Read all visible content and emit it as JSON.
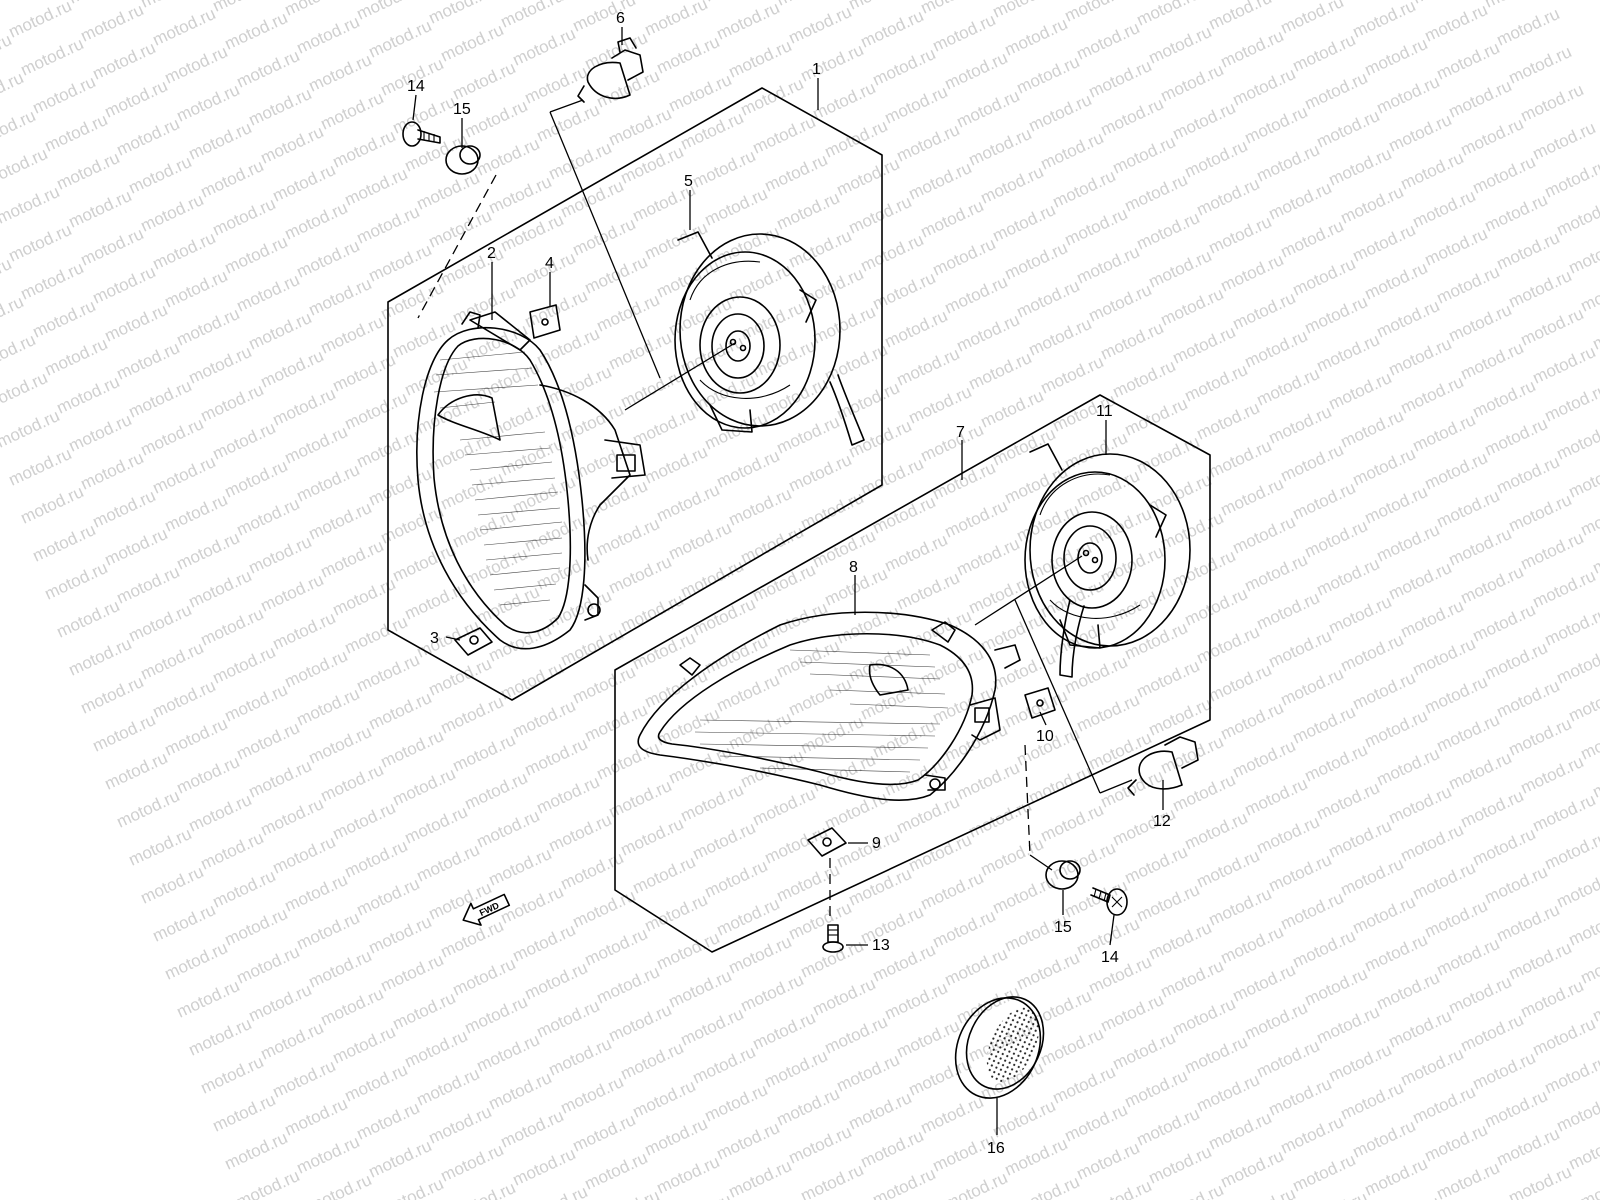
{
  "watermark": {
    "text": "motod.ru",
    "color": "#cfcfcf"
  },
  "callouts": [
    {
      "id": "c1",
      "label": "1"
    },
    {
      "id": "c2",
      "label": "2"
    },
    {
      "id": "c3",
      "label": "3"
    },
    {
      "id": "c4",
      "label": "4"
    },
    {
      "id": "c5",
      "label": "5"
    },
    {
      "id": "c6",
      "label": "6"
    },
    {
      "id": "c7",
      "label": "7"
    },
    {
      "id": "c8",
      "label": "8"
    },
    {
      "id": "c9",
      "label": "9"
    },
    {
      "id": "c10",
      "label": "10"
    },
    {
      "id": "c11",
      "label": "11"
    },
    {
      "id": "c12",
      "label": "12"
    },
    {
      "id": "c13",
      "label": "13"
    },
    {
      "id": "c14a",
      "label": "14"
    },
    {
      "id": "c15a",
      "label": "15"
    },
    {
      "id": "c14b",
      "label": "14"
    },
    {
      "id": "c15b",
      "label": "15"
    },
    {
      "id": "c16",
      "label": "16"
    }
  ],
  "direction_marker": {
    "label": "FWD",
    "icon": "fwd-arrow-icon"
  }
}
